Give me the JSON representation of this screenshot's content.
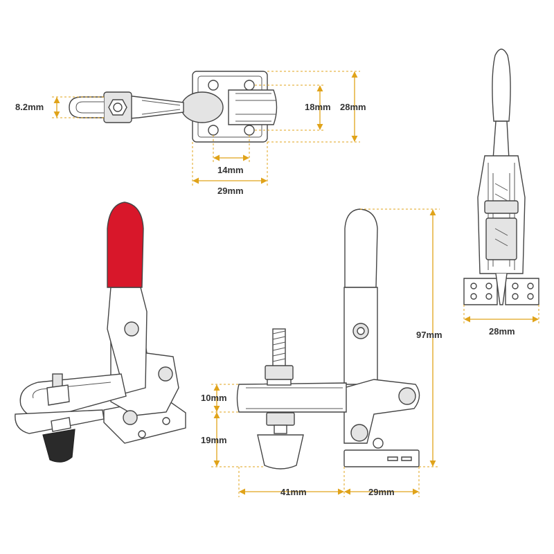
{
  "colors": {
    "dimension": "#e0a31a",
    "handle_grip": "#d8172a",
    "outline": "#444444",
    "label": "#333333"
  },
  "dimensions": {
    "top_view_arm_height": "8.2mm",
    "top_view_hole_spacing_vertical": "18mm",
    "top_view_base_height": "28mm",
    "top_view_hole_spacing_horizontal": "14mm",
    "top_view_base_width": "29mm",
    "side_view_total_height": "97mm",
    "side_view_arm_thickness": "10mm",
    "side_view_spindle_drop": "19mm",
    "side_view_reach": "41mm",
    "side_view_base_width": "29mm",
    "front_view_base_width": "28mm"
  }
}
